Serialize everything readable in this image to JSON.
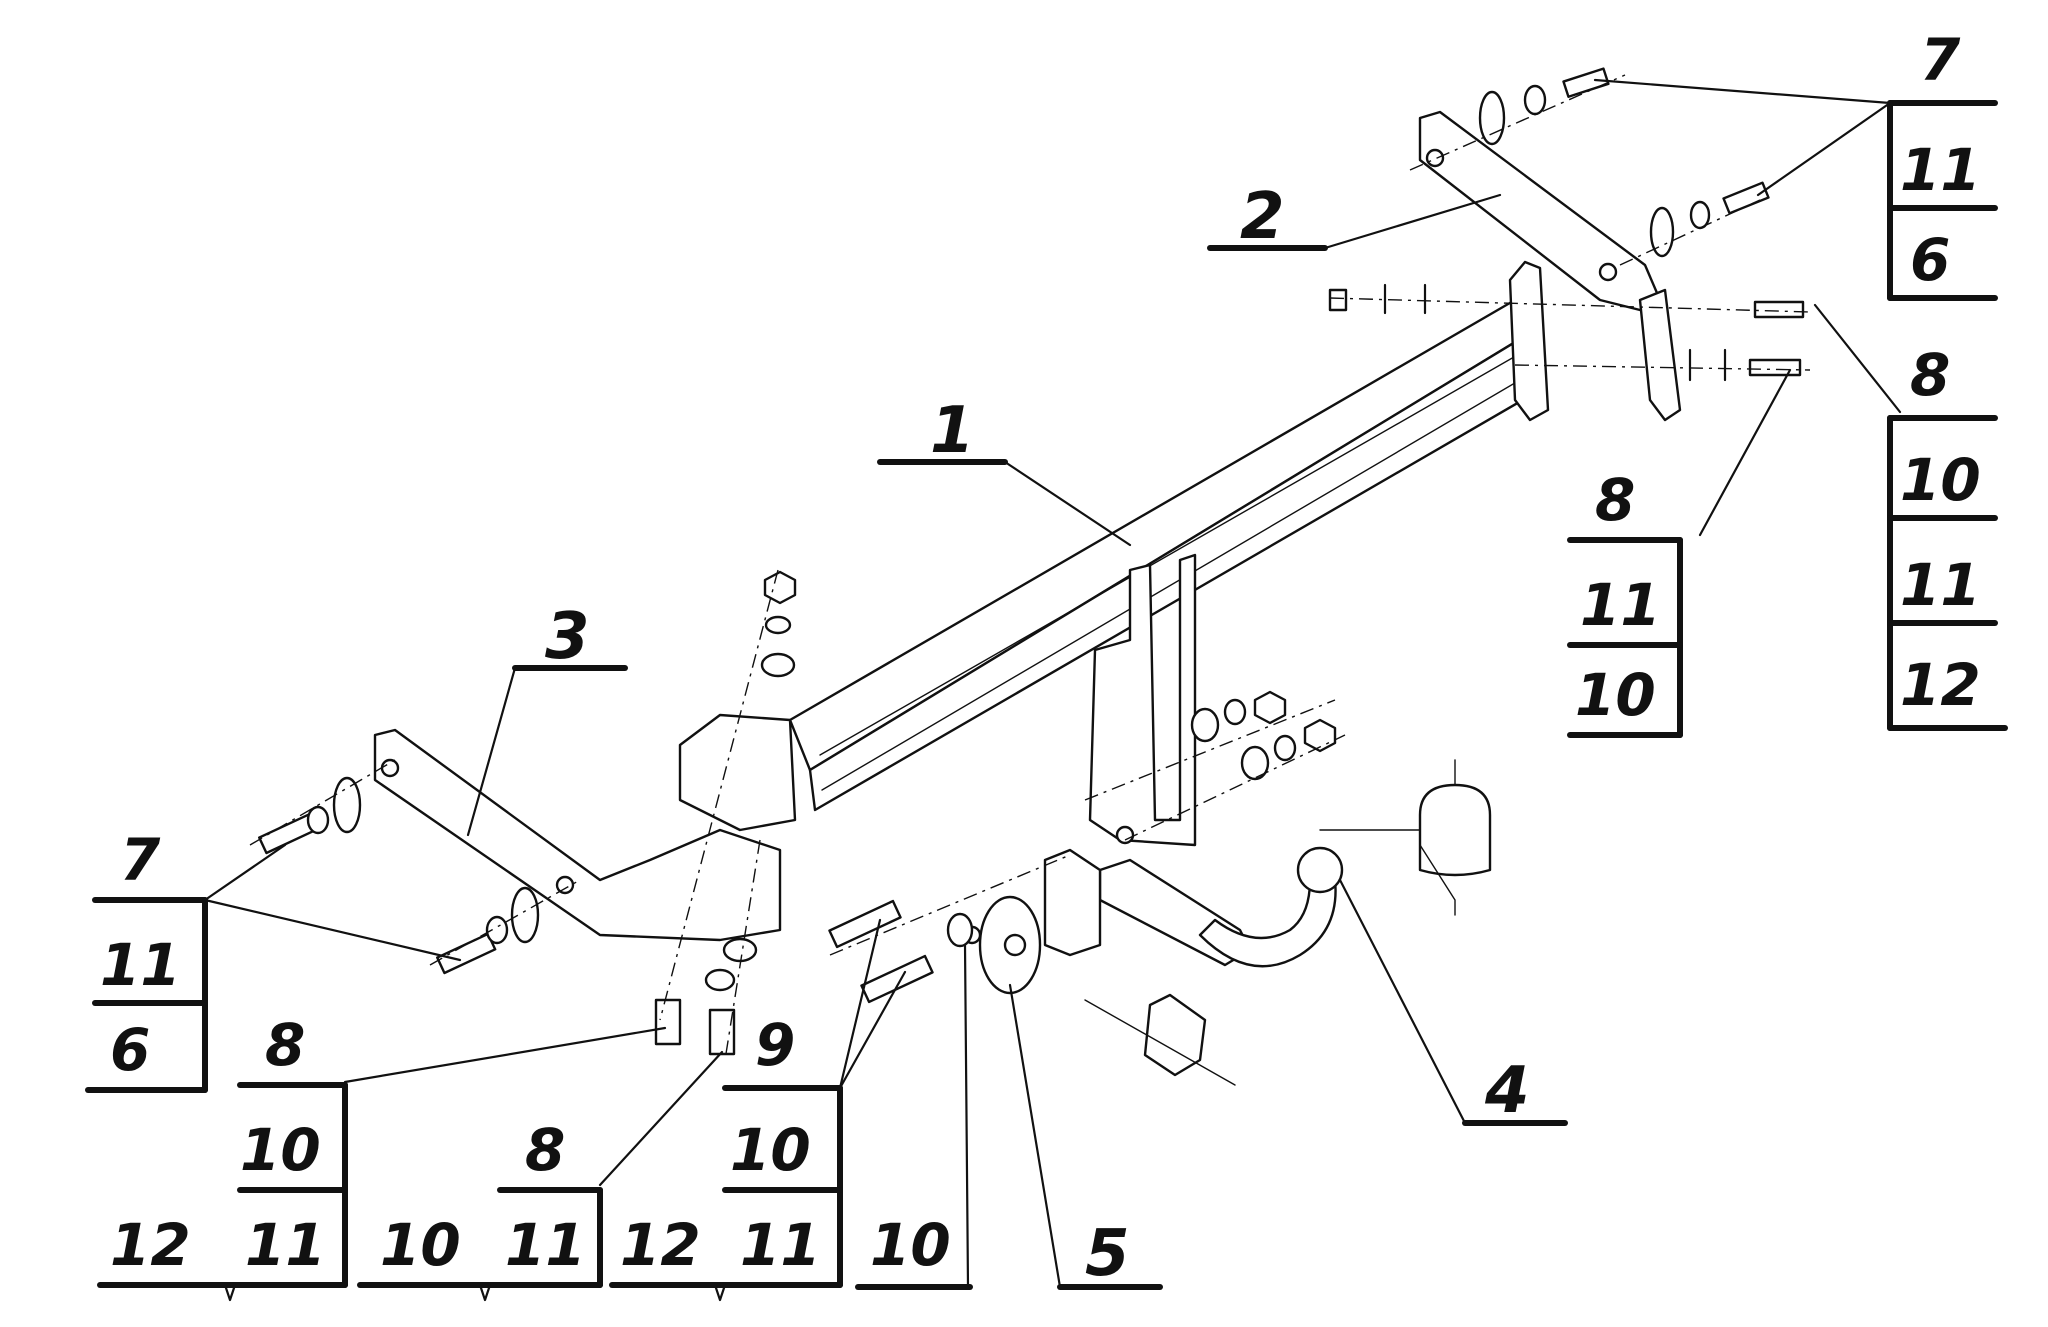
{
  "callouts": {
    "c1": "1",
    "c2": "2",
    "c3": "3",
    "c4": "4",
    "c5": "5"
  },
  "stacks": {
    "top_right_a": {
      "head": "7",
      "rows": [
        "11",
        "6"
      ]
    },
    "top_right_b": {
      "head": "8",
      "rows": [
        "10",
        "11",
        "12"
      ]
    },
    "mid_right": {
      "head": "8",
      "rows": [
        "11",
        "10"
      ]
    },
    "left": {
      "head": "7",
      "rows": [
        "11",
        "6"
      ]
    },
    "bottom_a": {
      "head": "8",
      "rows": [
        "10",
        "11"
      ],
      "side": "12"
    },
    "bottom_b": {
      "head": "8",
      "rows": [
        "11"
      ],
      "side": "10"
    },
    "bottom_c": {
      "head": "9",
      "rows": [
        "10",
        "11"
      ],
      "side": "12"
    },
    "bottom_d": {
      "side": "10"
    }
  }
}
